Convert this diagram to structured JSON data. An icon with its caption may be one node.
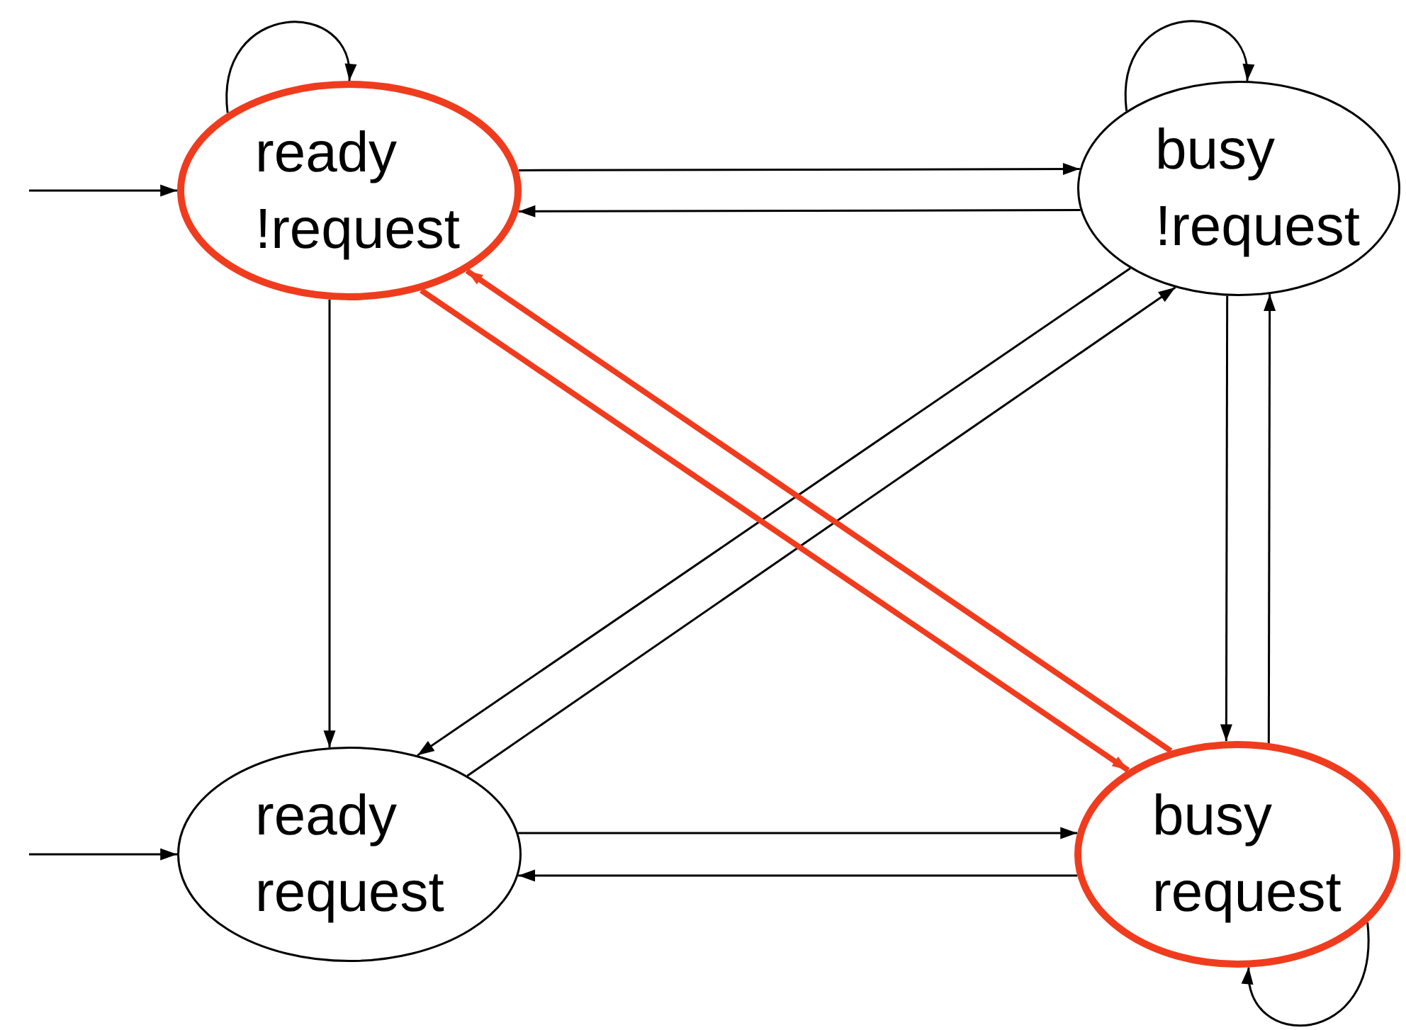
{
  "diagram": {
    "nodes": [
      {
        "text": [
          "ready",
          "!request"
        ]
      },
      {
        "text": [
          "busy",
          "!request"
        ]
      },
      {
        "text": [
          "ready",
          "request"
        ]
      },
      {
        "text": [
          "busy",
          "request"
        ]
      }
    ],
    "edges": [
      {
        "from": 0,
        "to": 0,
        "arrow": "to"
      },
      {
        "from": 1,
        "to": 1,
        "arrow": "to"
      },
      {
        "from": 3,
        "to": 3,
        "arrow": "to"
      },
      {
        "from": null,
        "to": 0,
        "arrow": "to"
      },
      {
        "from": null,
        "to": 2,
        "arrow": "to"
      },
      {
        "from": 0,
        "to": 1,
        "arrow": "to"
      },
      {
        "from": 1,
        "to": 0,
        "arrow": "to"
      },
      {
        "from": 2,
        "to": 3,
        "arrow": "to"
      },
      {
        "from": 3,
        "to": 2,
        "arrow": "to"
      },
      {
        "from": 0,
        "to": 2,
        "arrow": "to"
      },
      {
        "from": 1,
        "to": 3,
        "arrow": "to"
      },
      {
        "from": 3,
        "to": 1,
        "arrow": "to"
      },
      {
        "from": 1,
        "to": 2,
        "arrow": "to"
      },
      {
        "from": 2,
        "to": 1,
        "arrow": "to"
      },
      {
        "from": 0,
        "to": 3,
        "arrow": "to",
        "style": "thick",
        "color": "#f03c1e"
      },
      {
        "from": 3,
        "to": 0,
        "arrow": "to",
        "style": "thick",
        "color": "#f03c1e"
      }
    ]
  }
}
